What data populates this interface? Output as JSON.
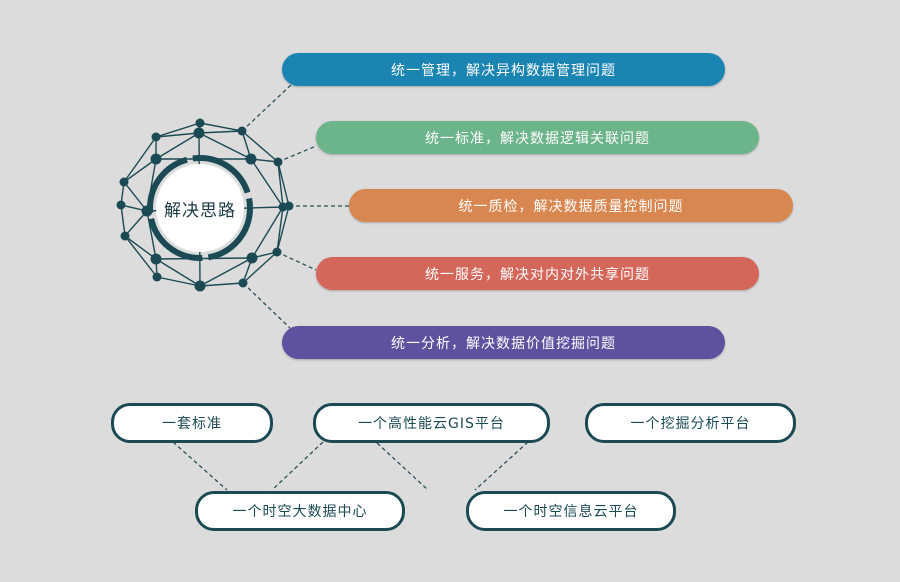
{
  "center_label": "解决思路",
  "solutions": [
    {
      "label": "统一管理，解决异构数据管理问题",
      "color": "#1a84b3"
    },
    {
      "label": "统一标准，解决数据逻辑关联问题",
      "color": "#6cb489"
    },
    {
      "label": "统一质检，解决数据质量控制问题",
      "color": "#d98750"
    },
    {
      "label": "统一服务，解决对内对外共享问题",
      "color": "#d4665a"
    },
    {
      "label": "统一分析，解决数据价值挖掘问题",
      "color": "#5e51a0"
    }
  ],
  "components": {
    "top": [
      "一套标准",
      "一个高性能云GIS平台",
      "一个挖掘分析平台"
    ],
    "bottom": [
      "一个时空大数据中心",
      "一个时空信息云平台"
    ]
  },
  "colors": {
    "background": "#dcdcdc",
    "dark": "#1b4a55"
  }
}
